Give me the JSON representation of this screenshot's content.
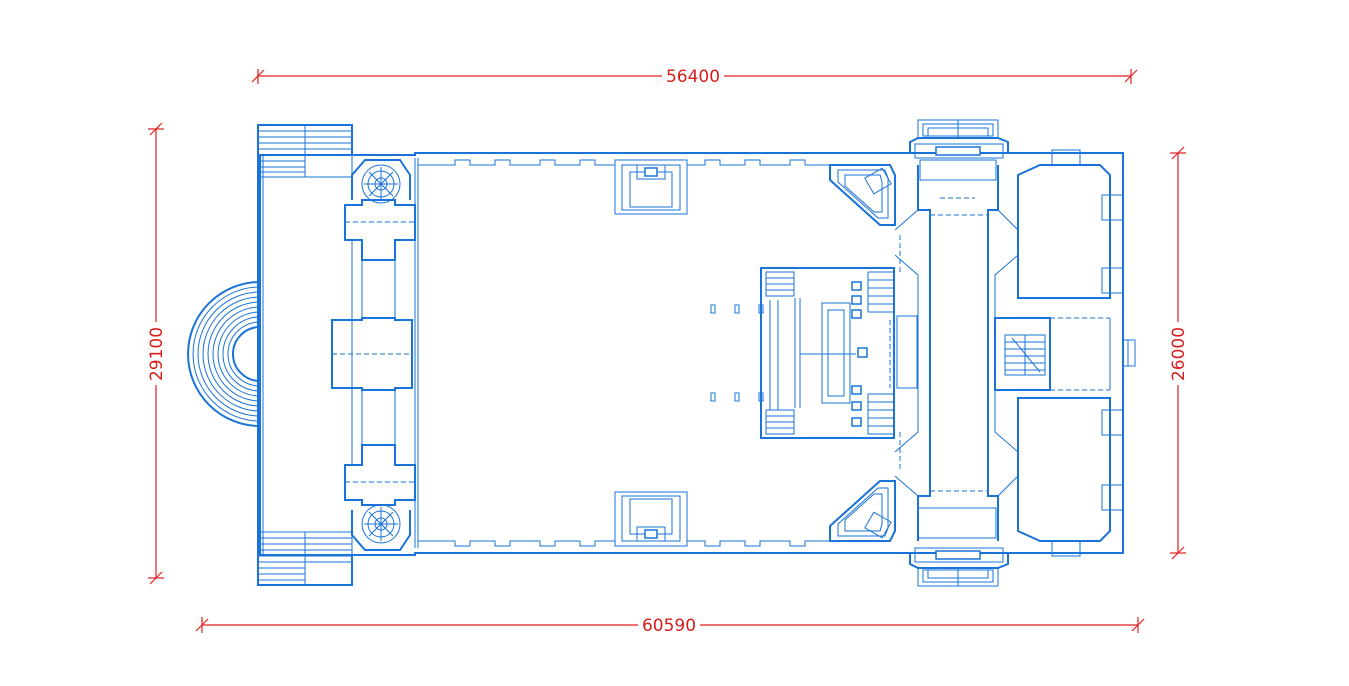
{
  "drawing": {
    "type": "architectural floor plan",
    "line_color": "#1a73d9",
    "dimension_color": "#e02020",
    "background": "#ffffff"
  },
  "dimensions": {
    "top_width": "56400",
    "bottom_width": "60590",
    "left_height": "29100",
    "right_height": "26000"
  }
}
